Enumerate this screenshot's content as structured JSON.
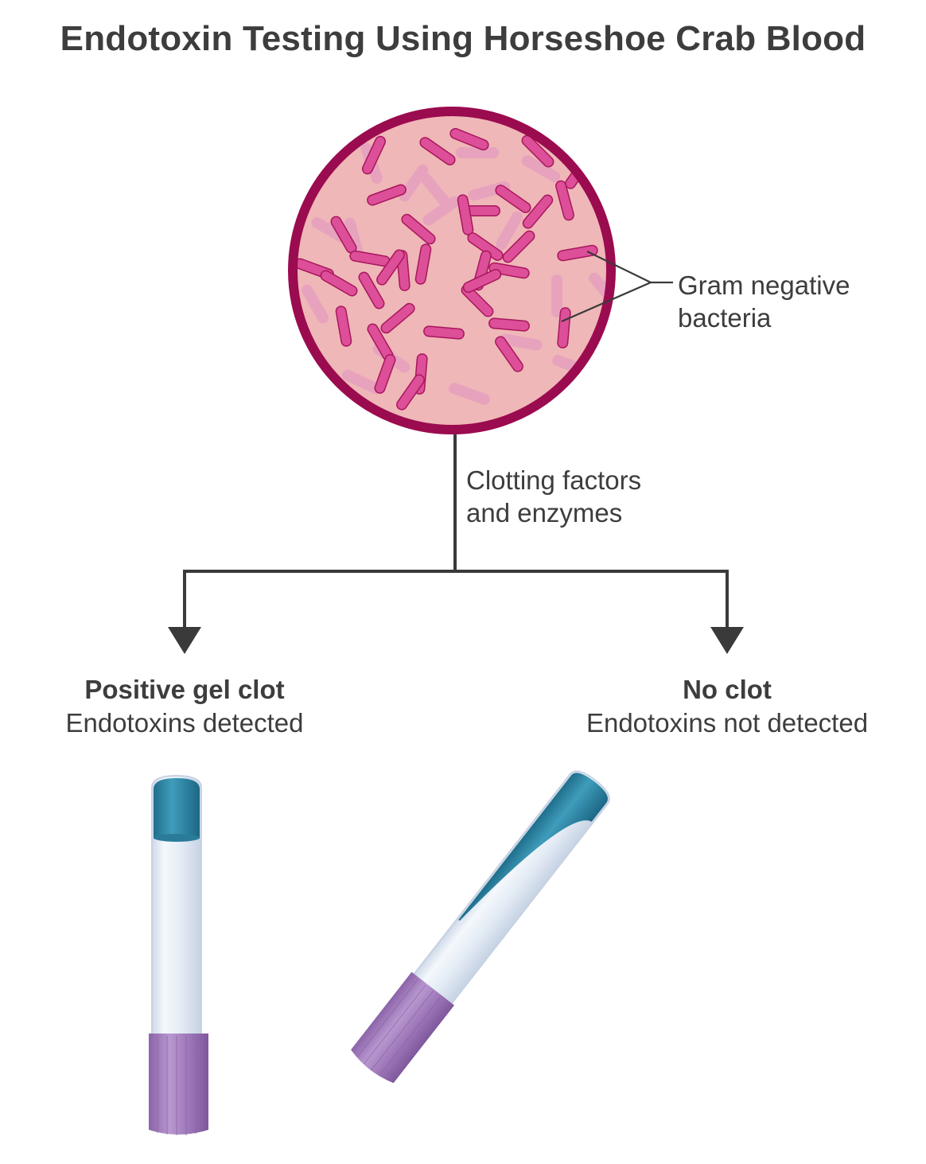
{
  "title": "Endotoxin Testing Using Horseshoe Crab Blood",
  "bacteria_label": [
    "Gram negative",
    "bacteria"
  ],
  "process_label": [
    "Clotting factors",
    "and enzymes"
  ],
  "results": {
    "positive": {
      "heading": "Positive gel clot",
      "description": "Endotoxins detected"
    },
    "negative": {
      "heading": "No clot",
      "description": "Endotoxins not detected"
    }
  },
  "colors": {
    "circle_border": "#9b0b4f",
    "circle_fill": "#efb7b7",
    "bacteria": "#d94a93",
    "bacteria_faded": "#e39ab7",
    "arrow": "#3a3a3a",
    "tube_liquid": "#2f8aa8",
    "tube_glass": "#e4ecf5",
    "tube_cap": "#9b74b7"
  }
}
